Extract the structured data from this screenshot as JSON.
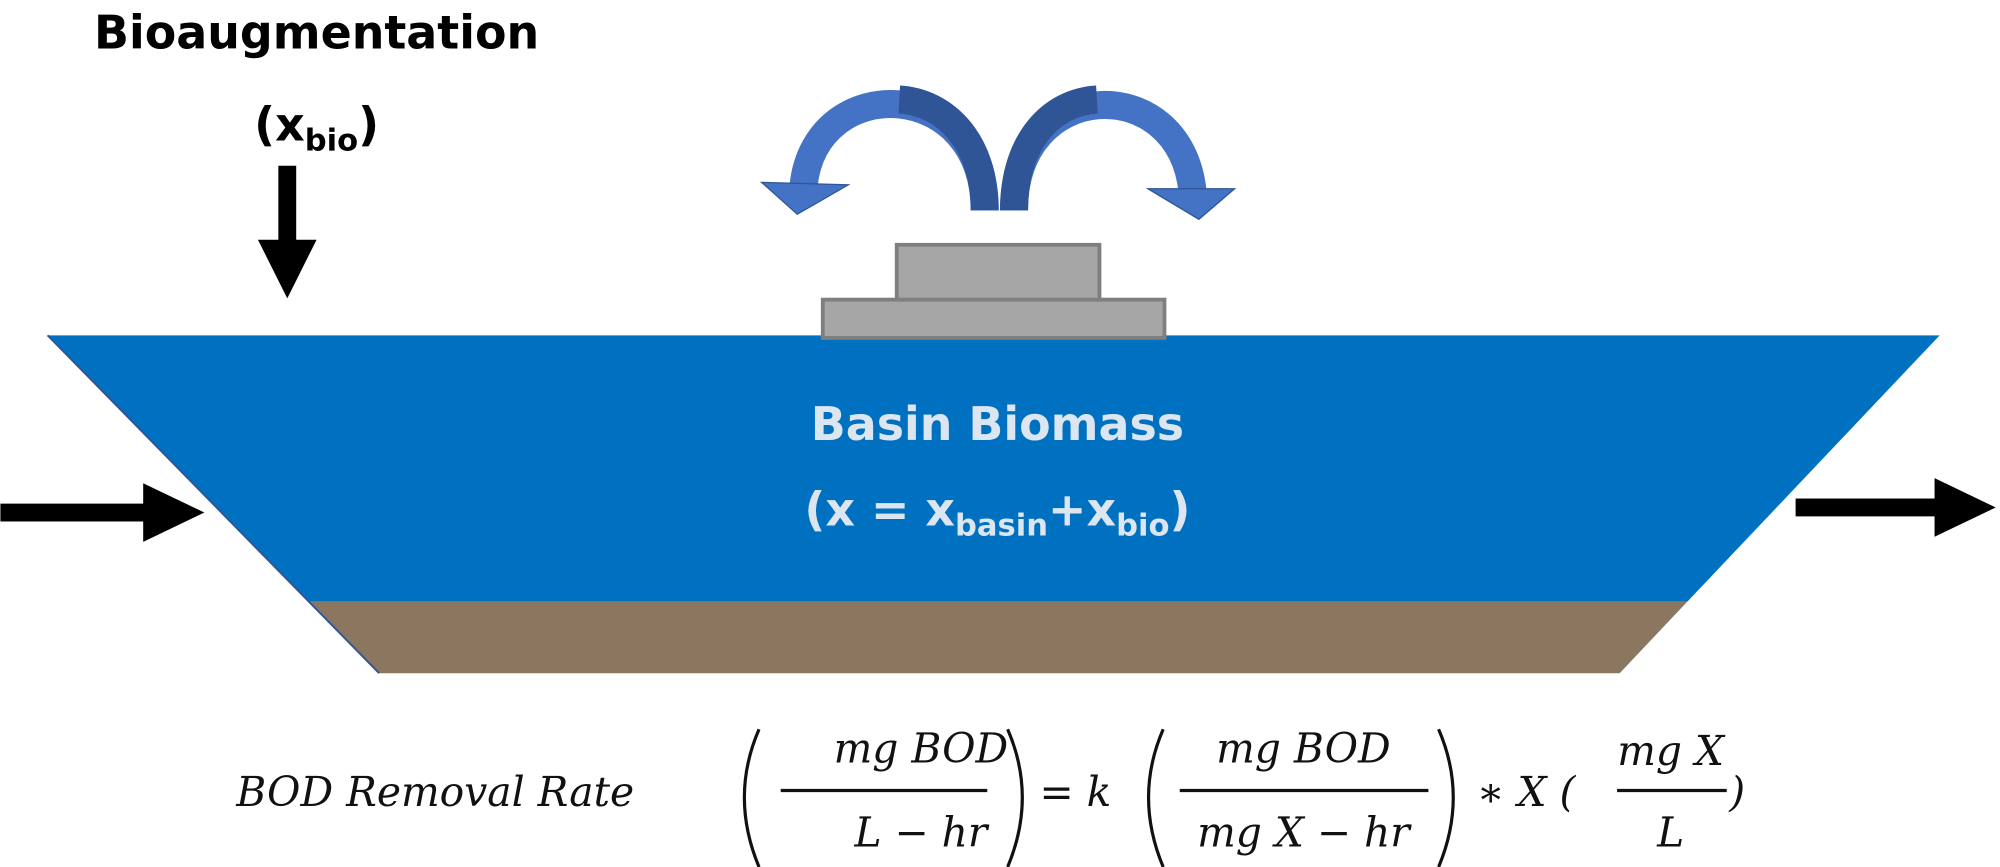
{
  "labels": {
    "bioaugmentation": "Bioaugmentation",
    "xbio_open": "(x",
    "xbio_sub": "bio",
    "xbio_close": ")",
    "basin_title": "Basin Biomass",
    "basin_eq_open": "(x = x",
    "basin_eq_sub1": "basin",
    "basin_eq_plus": "+x",
    "basin_eq_sub2": "bio",
    "basin_eq_close": ")"
  },
  "equation": {
    "lhs": "BOD Removal Rate",
    "frac1_num": "mg BOD",
    "frac1_den": "L − hr",
    "equals_k": "= k",
    "frac2_num": "mg BOD",
    "frac2_den": "mg X − hr",
    "times_x": "∗ X (",
    "frac3_num": "mg X",
    "frac3_den": "L",
    "close": ")"
  },
  "colors": {
    "water": "#0070c0",
    "sediment": "#8b7760",
    "aerator": "#a6a6a6",
    "spray_light": "#4472c4",
    "spray_dark": "#2f5597",
    "basin_text": "#dce6f0"
  }
}
